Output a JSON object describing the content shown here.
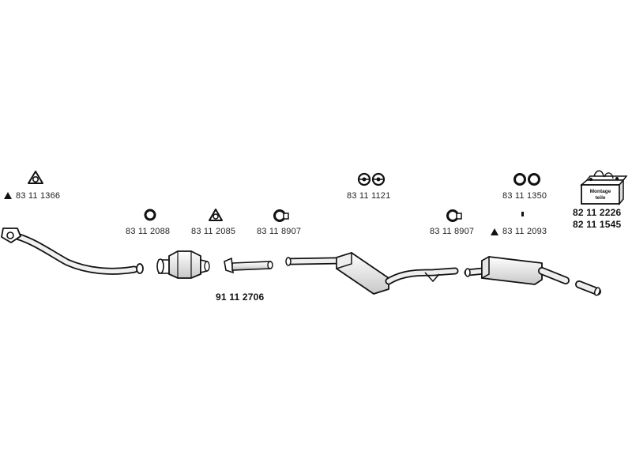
{
  "parts": {
    "gasket_front": "83 11 1366",
    "ring_1": "83 11 2088",
    "gasket_2": "83 11 2085",
    "clamp_1": "83 11 8907",
    "rubber_mounts": "83 11 1121",
    "clamp_2": "83 11 8907",
    "rings_rear": "83 11 1350",
    "small_part": "83 11 2093",
    "kit_1": "82 11 2226",
    "kit_2": "82 11 1545",
    "pipe_mid": "91 11 2706"
  },
  "kit_box": {
    "line1": "Montage",
    "line2": "teile"
  },
  "colors": {
    "stroke": "#111111",
    "fill_light": "#f2f2f2",
    "fill_mid": "#d9d9d9"
  }
}
